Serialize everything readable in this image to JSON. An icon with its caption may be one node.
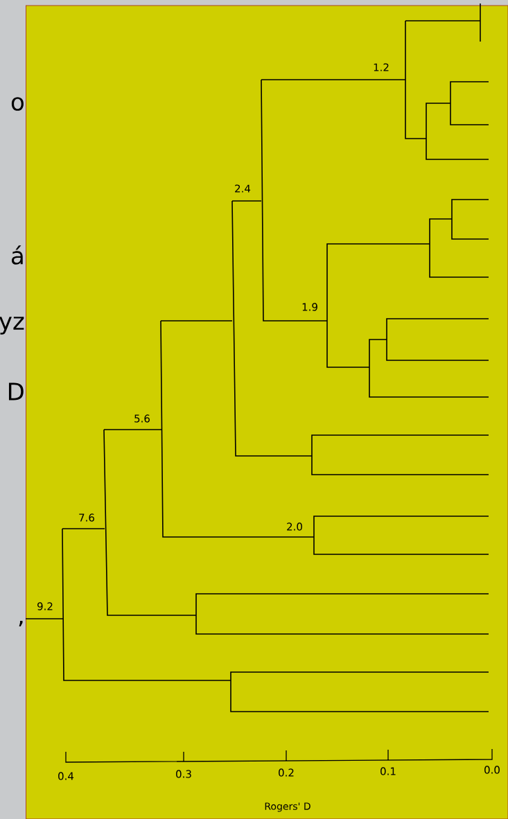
{
  "diagram": {
    "labels": [
      "1.2",
      "o",
      "2.4",
      "á",
      "1.9",
      "yz",
      "D",
      "5.6",
      "7.6",
      "2.0",
      "9.2",
      ",",
      "0.4",
      "0.3",
      "0.2",
      "0.1",
      "0.0",
      "Rogers' D"
    ]
  }
}
